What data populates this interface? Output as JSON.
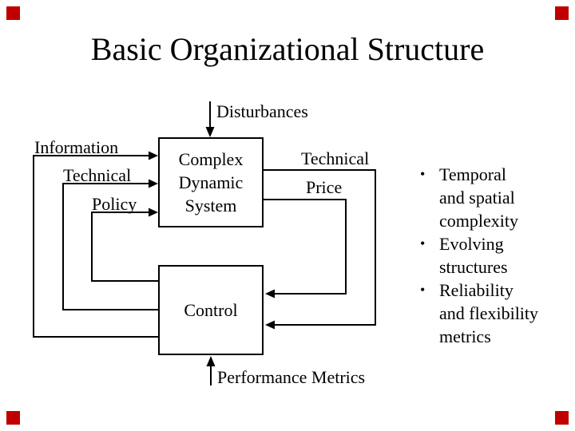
{
  "title": "Basic Organizational Structure",
  "colors": {
    "corner_accent": "#c00000",
    "text": "#000000",
    "background": "#ffffff",
    "line": "#000000"
  },
  "diagram": {
    "disturbances_label": "Disturbances",
    "inputs": {
      "information": "Information",
      "technical": "Technical",
      "policy": "Policy"
    },
    "system_box": {
      "line1": "Complex",
      "line2": "Dynamic",
      "line3": "System"
    },
    "outputs": {
      "technical": "Technical",
      "price": "Price"
    },
    "control_box": {
      "label": "Control"
    },
    "performance_label": "Performance Metrics"
  },
  "bullets": {
    "bullet_char": "•",
    "lines": [
      {
        "text": "Temporal"
      },
      {
        "text": "and spatial"
      },
      {
        "text": "complexity"
      },
      {
        "text": "Evolving"
      },
      {
        "text": "structures"
      },
      {
        "text": "Reliability"
      },
      {
        "text": "and flexibility"
      },
      {
        "text": "metrics"
      }
    ]
  }
}
